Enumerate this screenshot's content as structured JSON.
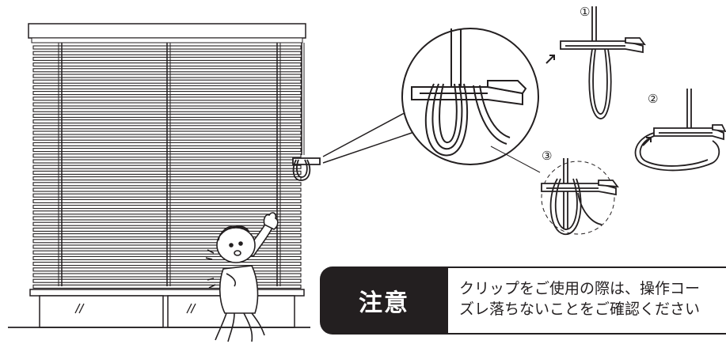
{
  "steps": {
    "step1": "①",
    "step2": "②",
    "step3": "③"
  },
  "notice": {
    "badge": "注意",
    "line1": "クリップをご使用の際は、操作コー",
    "line2": "ズレ落ちないことをご確認ください"
  }
}
